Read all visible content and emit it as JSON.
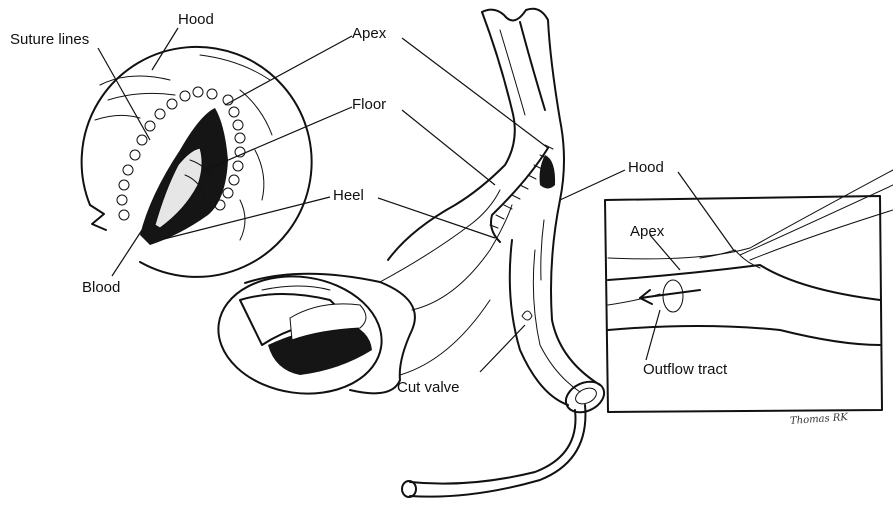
{
  "labels": {
    "hood_top": "Hood",
    "suture_lines": "Suture lines",
    "apex_top": "Apex",
    "floor": "Floor",
    "heel": "Heel",
    "blood": "Blood",
    "hood_right": "Hood",
    "apex_inset": "Apex",
    "outflow_tract": "Outflow tract",
    "cut_valve": "Cut valve"
  },
  "signature": "Thomas RK"
}
